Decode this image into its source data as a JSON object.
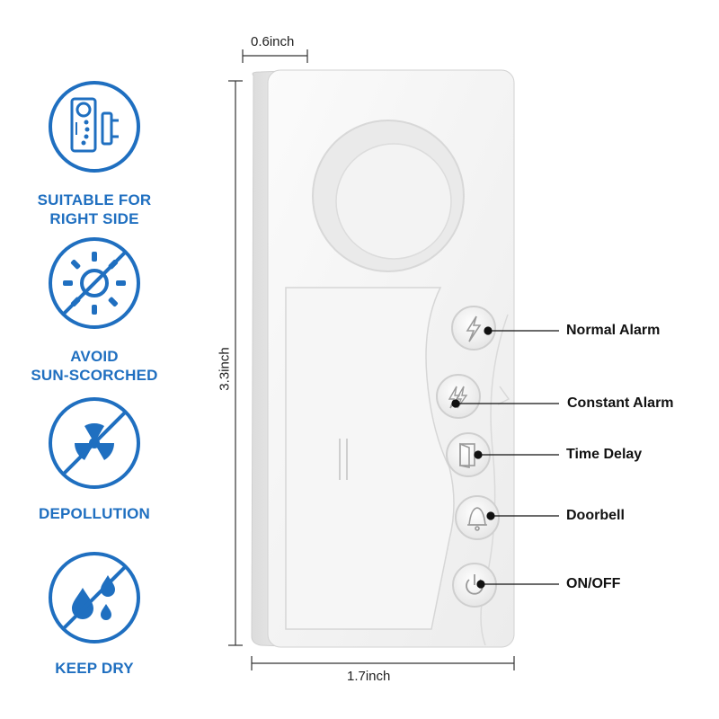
{
  "features": [
    {
      "icon": "door-window-sensor-icon",
      "label_line1": "SUITABLE FOR",
      "label_line2": "RIGHT SIDE"
    },
    {
      "icon": "no-sun-icon",
      "label_line1": "AVOID",
      "label_line2": "SUN-SCORCHED"
    },
    {
      "icon": "no-radiation-icon",
      "label_line1": "DEPOLLUTION",
      "label_line2": ""
    },
    {
      "icon": "no-water-drops-icon",
      "label_line1": "KEEP DRY",
      "label_line2": ""
    }
  ],
  "dimensions": {
    "depth": "0.6inch",
    "height": "3.3inch",
    "width": "1.7inch"
  },
  "buttons": [
    {
      "icon": "lightning-icon",
      "label": "Normal Alarm"
    },
    {
      "icon": "double-lightning-icon",
      "label": "Constant Alarm"
    },
    {
      "icon": "door-icon",
      "label": "Time Delay"
    },
    {
      "icon": "bell-icon",
      "label": "Doorbell"
    },
    {
      "icon": "power-icon",
      "label": "ON/OFF"
    }
  ],
  "colors": {
    "accent_blue": "#1f6fc0",
    "device_white": "#f4f4f4"
  }
}
